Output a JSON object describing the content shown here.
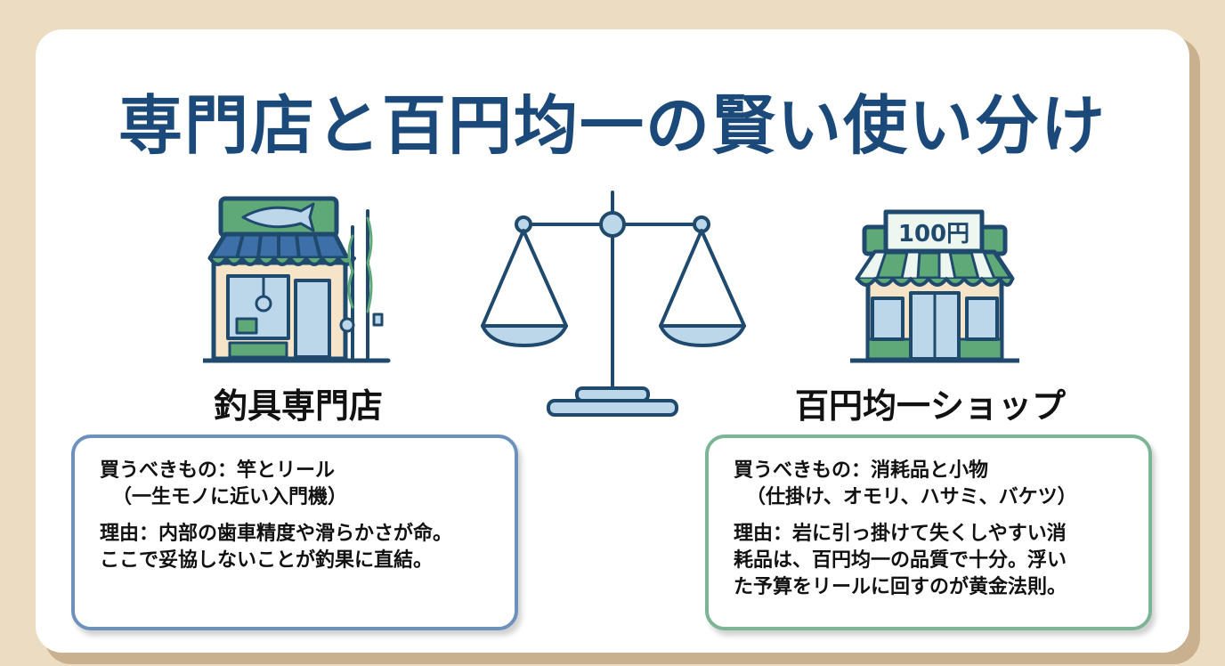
{
  "title": "専門店と百円均一の賢い使い分け",
  "left": {
    "icon": "fishing-tackle-shop-icon",
    "label": "釣具専門店",
    "buy_line1": "買うべきもの：竿とリール",
    "buy_line2": "（一生モノに近い入門機）",
    "reason_line1": "理由：内部の歯車精度や滑らかさが命。",
    "reason_line2": "ここで妥協しないことが釣果に直結。",
    "border_color": "#6d91bd"
  },
  "center": {
    "icon": "balance-scale-icon"
  },
  "right": {
    "icon": "hundred-yen-shop-icon",
    "sign": "100円",
    "label": "百円均一ショップ",
    "buy_line1": "買うべきもの：消耗品と小物",
    "buy_line2": "（仕掛け、オモリ、ハサミ、バケツ）",
    "reason_line1": "理由：岩に引っ掛けて失くしやすい消",
    "reason_line2": "耗品は、百円均一の品質で十分。浮い",
    "reason_line3": "た予算をリールに回すのが黄金法則。",
    "border_color": "#7cb596"
  },
  "colors": {
    "title": "#1b4a7a",
    "background": "#ecdcc2",
    "navy": "#1f4a6e",
    "green": "#5fa877",
    "light_blue": "#bcd7ea"
  }
}
